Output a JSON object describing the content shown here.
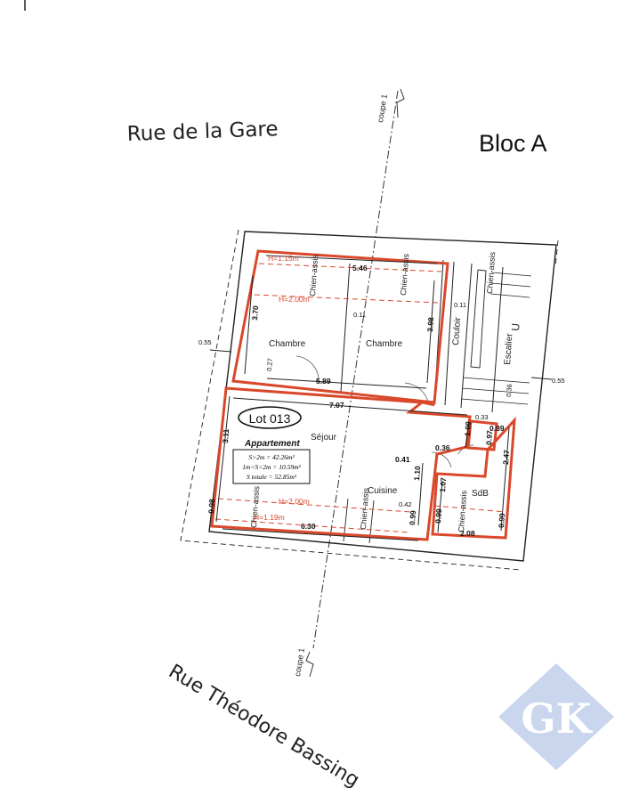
{
  "streets": {
    "north": "Rue de la Gare",
    "south": "Rue Théodore Bassing"
  },
  "bloc": "Bloc A",
  "section_label": "coupe 1",
  "lot": {
    "name": "Lot 013",
    "type": "Appartement",
    "area_over_2m": "S>2m = 42.26m²",
    "area_1_2m": "1m<S<2m = 10.59m²",
    "area_total": "S totale = 52.85m²"
  },
  "rooms": {
    "chambre_1": "Chambre",
    "chambre_2": "Chambre",
    "couloir": "Couloir",
    "escalier": "Escalier",
    "sejour": "Séjour",
    "cuisine": "Cuisine",
    "sdb": "SdB",
    "chien_assis_1": "Chien-assis",
    "chien_assis_2": "Chien-assis",
    "chien_assis_3": "Chien-assis",
    "chien_assis_4": "Chien-assis",
    "chien_assis_5": "Chien-assis",
    "chien_assis_6": "Chien-assis",
    "stair_arrow": "U"
  },
  "heights": {
    "h_top_1": "H=1.15m",
    "h_top_2": "H=2.00m",
    "h_bottom_1": "H=2.00m",
    "h_bottom_2": "H=1.19m"
  },
  "dimensions": {
    "d546": "5.46",
    "d370": "3.70",
    "d011a": "0.11",
    "d398": "3.98",
    "d011b": "0.11",
    "d055a": "0.55",
    "d055b": "0.55",
    "d027": "0.27",
    "d589": "5.89",
    "d036a": "0.36",
    "d707": "7.07",
    "d033": "0.33",
    "d311": "3.11",
    "d109": "1.09",
    "d097": "0.97",
    "d089": "0.89",
    "d036b": "0.36",
    "d041": "0.41",
    "d110": "1.10",
    "d107": "1.07",
    "d247": "2.47",
    "d042": "0.42",
    "d098": "0.98",
    "d630": "6.30",
    "d099a": "0.99",
    "d099b": "0.99",
    "d208": "2.08",
    "d099c": "0.99"
  },
  "watermark": "GK",
  "colors": {
    "outline": "#d9482b",
    "line": "#222222",
    "watermark": "#c9d6ee"
  }
}
